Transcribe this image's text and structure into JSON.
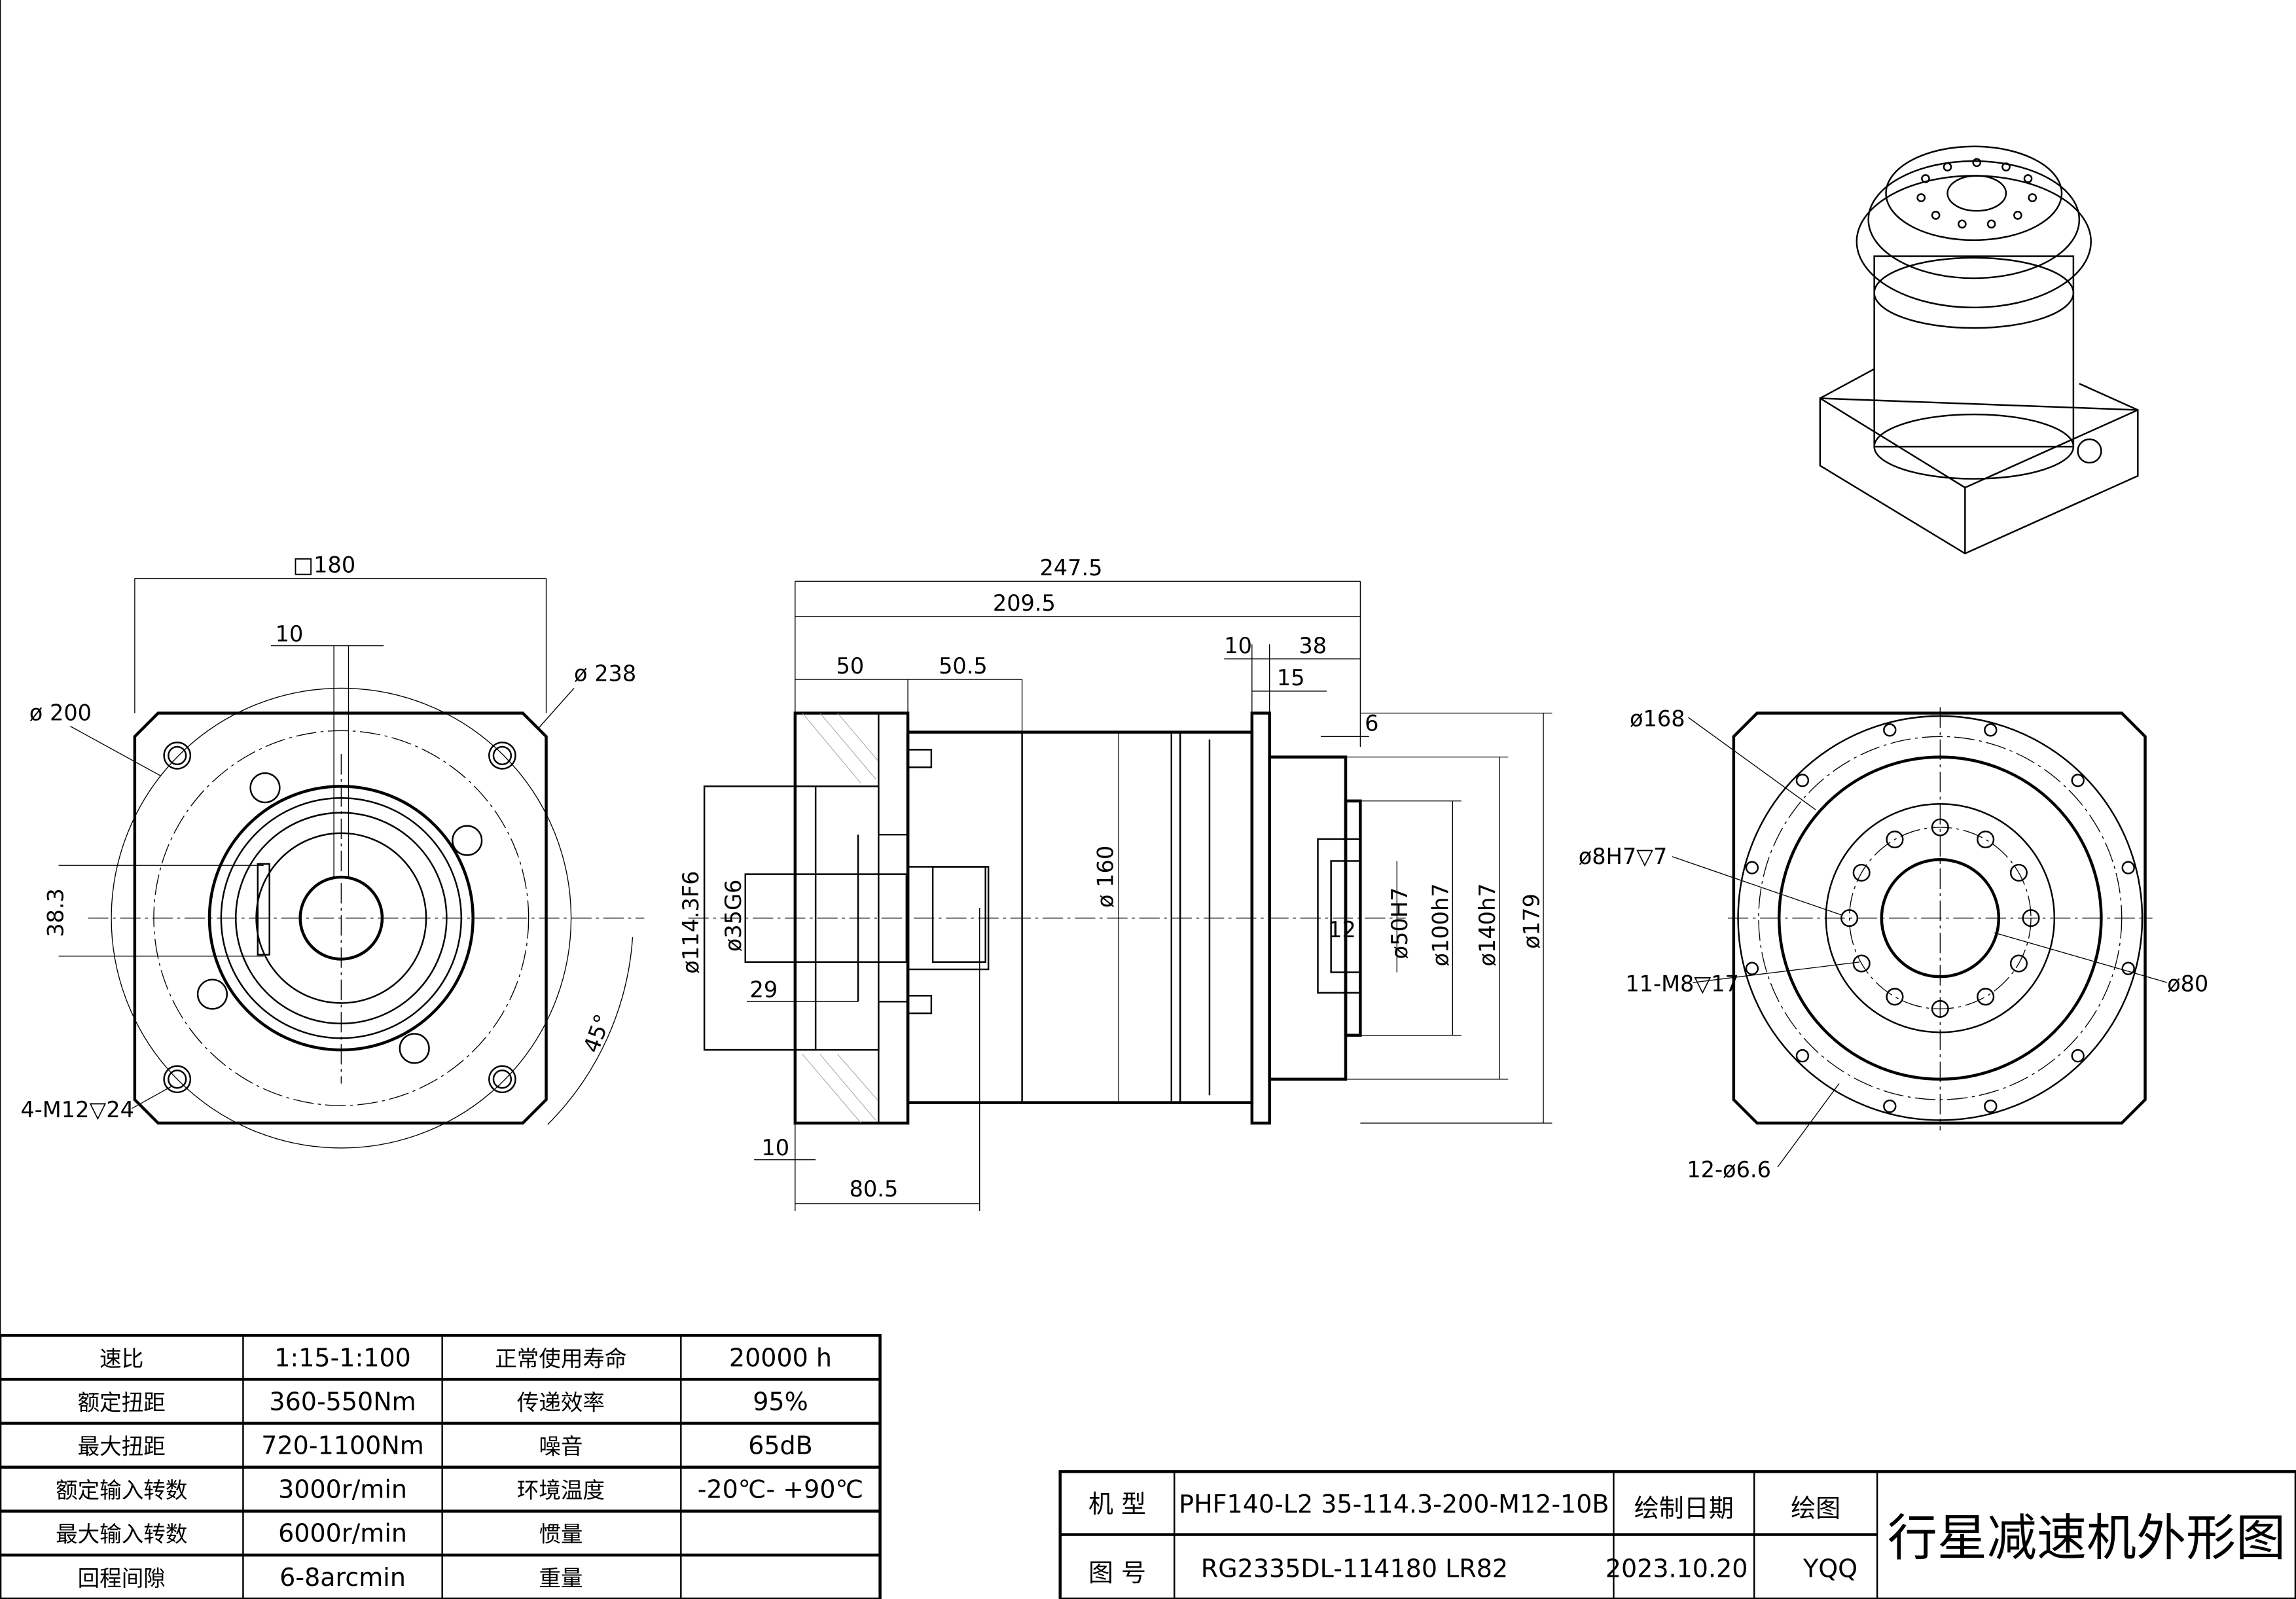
{
  "front_view": {
    "labels": {
      "square": "□180",
      "keyway": "10",
      "pcd_outer": "ø 238",
      "pcd_inner": "ø 200",
      "height": "38.3",
      "tapped_holes": "4-M12▽24",
      "angle": "45°"
    }
  },
  "side_view": {
    "labels": {
      "overall": "247.5",
      "body": "209.5",
      "input_a": "50",
      "input_b": "50.5",
      "shoulder": "10",
      "output_len": "38",
      "output_step": "15",
      "shaft_step": "6",
      "pilot_in": "ø114.3F6",
      "bore_in": "ø35G6",
      "depth": "29",
      "body_dia": "ø 160",
      "flange_th": "10",
      "input_len": "80.5",
      "key": "12",
      "shaft": "ø50H7",
      "pilot_out": "ø100h7",
      "out_flange": "ø140h7",
      "flange_dia": "ø179"
    }
  },
  "rear_view": {
    "labels": {
      "pcd": "ø168",
      "pin": "ø8H7▽7",
      "tapped": "11-M8▽17",
      "bore": "ø80",
      "holes": "12-ø6.6"
    }
  },
  "spec_table": {
    "rows": [
      [
        "速比",
        "1:15-1:100",
        "正常使用寿命",
        "20000  h"
      ],
      [
        "额定扭距",
        "360-550Nm",
        "传递效率",
        "95%"
      ],
      [
        "最大扭距",
        "720-1100Nm",
        "噪音",
        "65dB"
      ],
      [
        "额定输入转数",
        "3000r/min",
        "环境温度",
        "-20℃- +90℃"
      ],
      [
        "最大输入转数",
        "6000r/min",
        "惯量",
        ""
      ],
      [
        "回程间隙",
        "6-8arcmin",
        "重量",
        ""
      ]
    ]
  },
  "title_block": {
    "model_label": "机 型",
    "model": "PHF140-L2 35-114.3-200-M12-10B",
    "date_label": "绘制日期",
    "drawer_label": "绘图",
    "drawing_no_label": "图 号",
    "drawing_no": "RG2335DL-114180 LR82",
    "date": "2023.10.20",
    "drawer": "YQQ",
    "title": "行星减速机外形图"
  }
}
